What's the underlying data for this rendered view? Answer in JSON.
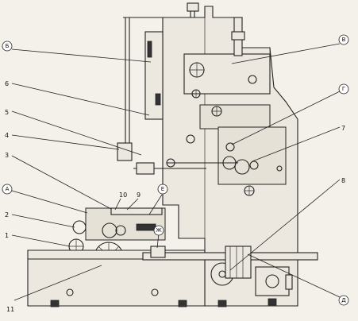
{
  "callouts": {
    "B_top": "Б",
    "V": "В",
    "b6": "6",
    "b5": "5",
    "G": "Г",
    "b4": "4",
    "b7": "7",
    "b3": "3",
    "b10": "10",
    "b9": "9",
    "A": "А",
    "E": "Е",
    "b8": "8",
    "b2": "2",
    "b1": "1",
    "Zh": "Ж",
    "b11": "11",
    "D": "Д"
  }
}
